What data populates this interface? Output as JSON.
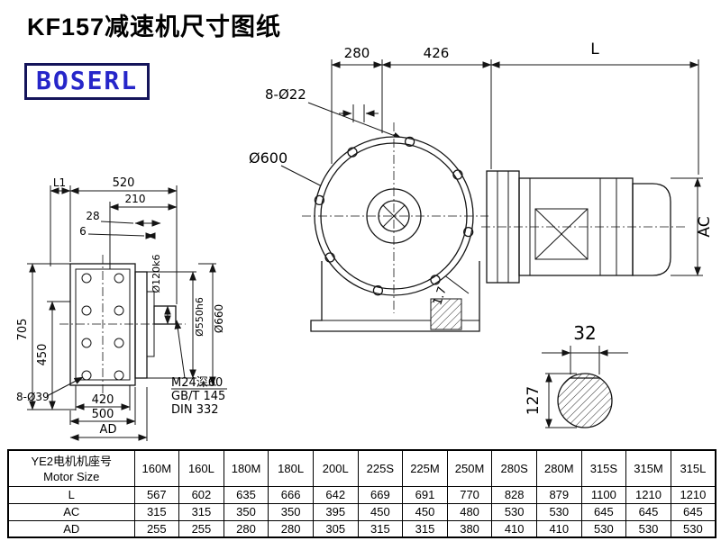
{
  "page": {
    "title": "KF157减速机尺寸图纸",
    "logo": "BOSERL"
  },
  "drawing": {
    "dims": {
      "top_280": "280",
      "top_426": "426",
      "top_L": "L",
      "bolt_holes_front": "8-Ø22",
      "flange_dia": "Ø600",
      "motor_AC": "AC",
      "side_L1": "L1",
      "side_520": "520",
      "side_210": "210",
      "side_28": "28",
      "side_6": "6",
      "shaft_dia": "Ø120k6",
      "spigot_dia": "Ø550h6",
      "flange_od": "Ø660",
      "side_705": "705",
      "side_450": "450",
      "bolt_holes_side": "8-Ø39",
      "side_420": "420",
      "side_500": "500",
      "side_AD": "AD",
      "tap_note": "M24深60",
      "tap_std1": "GB/T 145",
      "tap_std2": "DIN 332",
      "surface_note": "1.7",
      "key_32": "32",
      "key_127": "127"
    }
  },
  "table": {
    "header_cn": "YE2电机机座号",
    "header_en": "Motor Size",
    "columns": [
      "160M",
      "160L",
      "180M",
      "180L",
      "200L",
      "225S",
      "225M",
      "250M",
      "280S",
      "280M",
      "315S",
      "315M",
      "315L"
    ],
    "rows": [
      {
        "label": "L",
        "values": [
          "567",
          "602",
          "635",
          "666",
          "642",
          "669",
          "691",
          "770",
          "828",
          "879",
          "1100",
          "1210",
          "1210"
        ]
      },
      {
        "label": "AC",
        "values": [
          "315",
          "315",
          "350",
          "350",
          "395",
          "450",
          "450",
          "480",
          "530",
          "530",
          "645",
          "645",
          "645"
        ]
      },
      {
        "label": "AD",
        "values": [
          "255",
          "255",
          "280",
          "280",
          "305",
          "315",
          "315",
          "380",
          "410",
          "410",
          "530",
          "530",
          "530"
        ]
      }
    ]
  }
}
